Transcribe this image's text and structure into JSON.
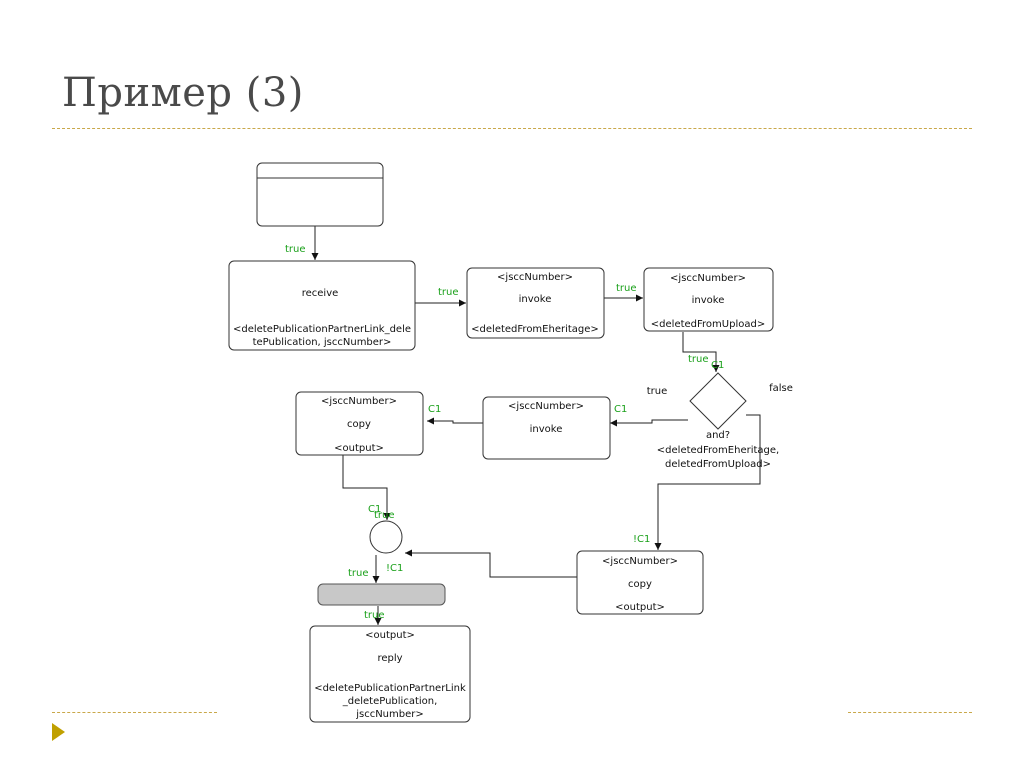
{
  "slide": {
    "title": "Пример (3)"
  },
  "diagram": {
    "receive": {
      "title": "receive",
      "params_line1": "<deletePublicationPartnerLink_dele",
      "params_line2": "tePublication, jsccNumber>"
    },
    "invoke1": {
      "header": "<jsccNumber>",
      "title": "invoke",
      "footer": "<deletedFromEheritage>"
    },
    "invoke2": {
      "header": "<jsccNumber>",
      "title": "invoke",
      "footer": "<deletedFromUpload>"
    },
    "decision": {
      "line1": "and?",
      "line2": "<deletedFromEheritage,",
      "line3": "deletedFromUpload>",
      "true_label": "true",
      "false_label": "false"
    },
    "invoke3": {
      "header": "<jsccNumber>",
      "title": "invoke"
    },
    "copy1": {
      "header": "<jsccNumber>",
      "title": "copy",
      "footer": "<output>"
    },
    "copy2": {
      "header": "<jsccNumber>",
      "title": "copy",
      "footer": "<output>"
    },
    "reply": {
      "header": "<output>",
      "title": "reply",
      "params_line1": "<deletePublicationPartnerLink",
      "params_line2": "_deletePublication,",
      "params_line3": "jsccNumber>"
    },
    "edge_labels": {
      "start_receive": "true",
      "receive_invoke1": "true",
      "invoke1_invoke2": "true",
      "invoke2_decision": "true",
      "decision_top": "C1",
      "invoke3_in": "C1",
      "copy1_in": "C1",
      "merge_c1": "C1",
      "merge_true": "true",
      "copy2_in": "!C1",
      "merge_not_c1": "!C1",
      "merge_out": "true",
      "bar_out": "true"
    }
  }
}
